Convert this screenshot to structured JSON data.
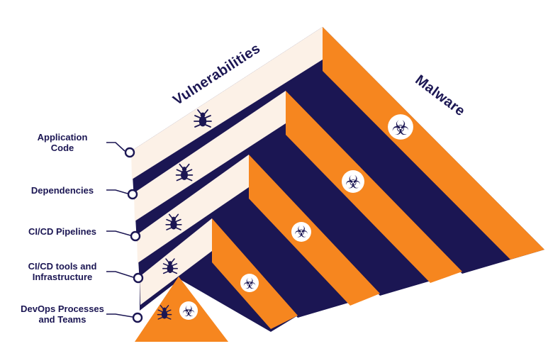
{
  "pyramid": {
    "face_titles": {
      "left": "Vulnerabilities",
      "right": "Malware"
    },
    "levels": [
      {
        "label": "Application\nCode",
        "icons": [
          "bug",
          "biohazard"
        ]
      },
      {
        "label": "Dependencies",
        "icons": [
          "bug",
          "biohazard"
        ]
      },
      {
        "label": "CI/CD Pipelines",
        "icons": [
          "bug",
          "biohazard"
        ]
      },
      {
        "label": "CI/CD tools and\nInfrastructure",
        "icons": [
          "bug",
          "biohazard"
        ]
      },
      {
        "label": "DevOps Processes\nand Teams",
        "icons": [
          "bug",
          "biohazard"
        ]
      }
    ],
    "glyphs": {
      "biohazard": "☣"
    },
    "colors": {
      "navy": "#1b1653",
      "orange": "#f6861f",
      "cream": "#fcf1e7",
      "background": "#ffffff"
    }
  }
}
